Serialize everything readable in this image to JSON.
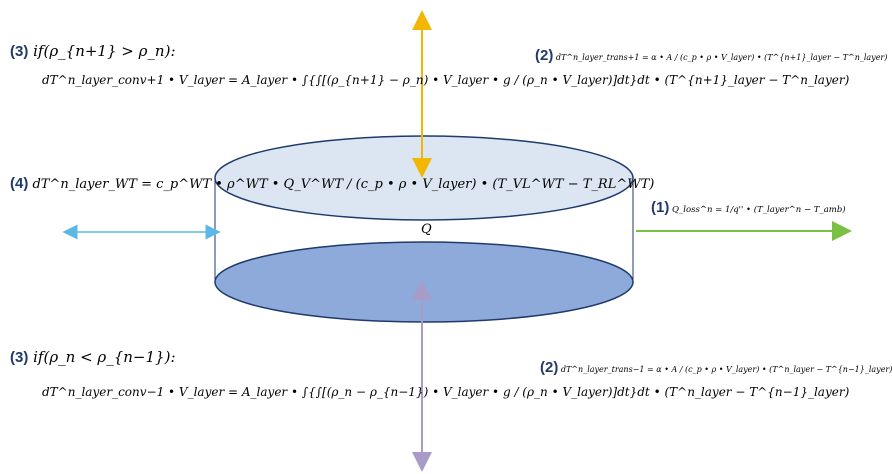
{
  "labels": {
    "n1": "(1)",
    "n2a": "(2)",
    "n2b": "(2)",
    "n3a": "(3)",
    "n3b": "(3)",
    "n4": "(4)"
  },
  "equations": {
    "eq1": "Q_loss^n = 1/q'' • (T_layer^n − T_amb)",
    "eq2_up": "dT^n_layer_trans+1 = α • A / (c_p • ρ • V_layer) • (T^{n+1}_layer − T^n_layer)",
    "eq2_down": "dT^n_layer_trans−1 = α • A / (c_p • ρ • V_layer) • (T^n_layer − T^{n−1}_layer)",
    "eq3_up_cond": "if(ρ_{n+1} > ρ_n):",
    "eq3_up": "dT^n_layer_conv+1 • V_layer = A_layer • ∫{∫[(ρ_{n+1} − ρ_n) • V_layer • g / (ρ_n • V_layer)]dt}dt • (T^{n+1}_layer − T^n_layer)",
    "eq3_down_cond": "if(ρ_n < ρ_{n−1}):",
    "eq3_down": "dT^n_layer_conv−1 • V_layer = A_layer • ∫{∫[(ρ_n − ρ_{n−1}) • V_layer • g / (ρ_n • V_layer)]dt}dt • (T^n_layer − T^{n−1}_layer)",
    "eq4": "dT^n_layer_WT = c_p^WT • ρ^WT • Q_V^WT / (c_p • ρ • V_layer) • (T_VL^WT − T_RL^WT)"
  },
  "cylinder": {
    "center_label": "Q"
  },
  "colors": {
    "top_fill": "#dce6f2",
    "bottom_fill": "#8eaadb",
    "outline": "#1f3a6b",
    "arrow_up": "#f2b705",
    "arrow_down": "#a99bc8",
    "arrow_left": "#5bb8e6",
    "arrow_right": "#7ac143"
  }
}
